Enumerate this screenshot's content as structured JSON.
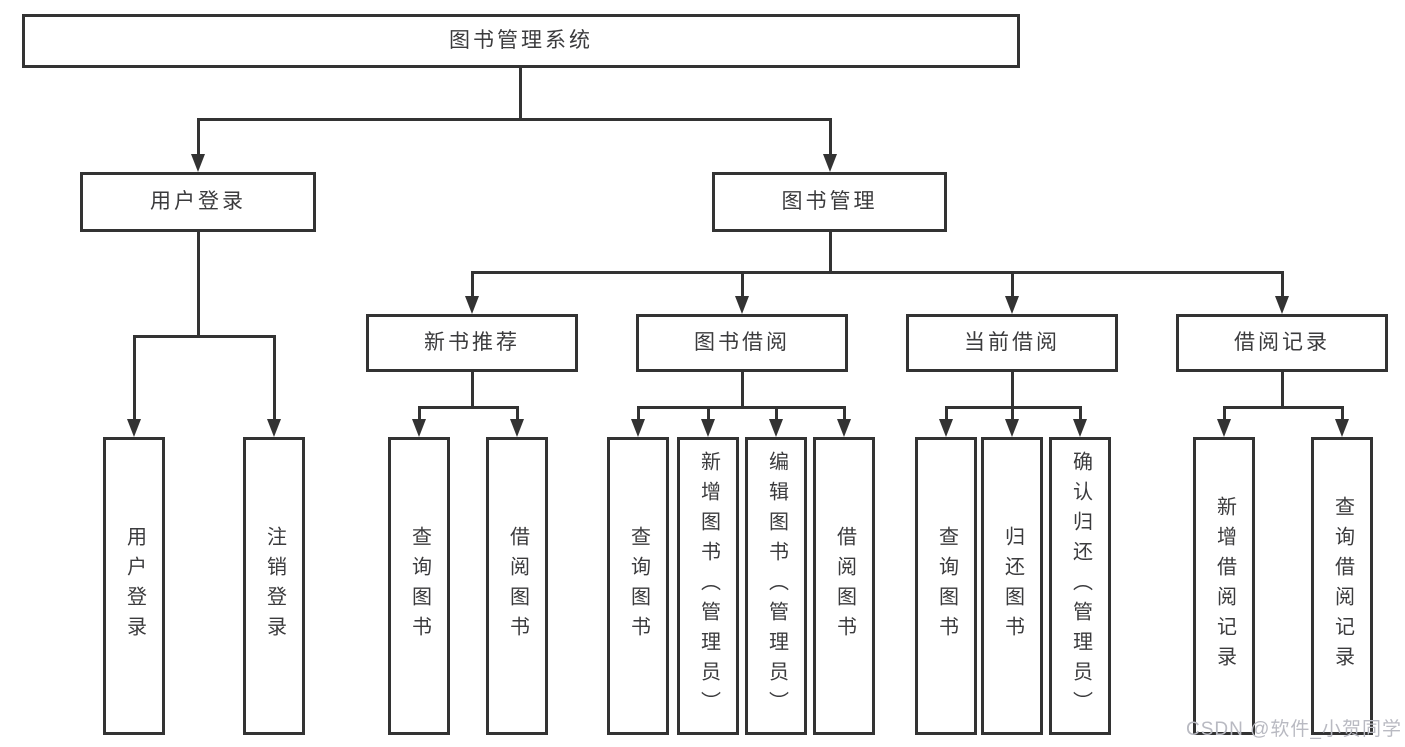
{
  "tree": {
    "label": "图书管理系统",
    "children": [
      {
        "label": "用户登录",
        "children": [
          {
            "label": "用户登录"
          },
          {
            "label": "注销登录"
          }
        ]
      },
      {
        "label": "图书管理",
        "children": [
          {
            "label": "新书推荐",
            "children": [
              {
                "label": "查询图书"
              },
              {
                "label": "借阅图书"
              }
            ]
          },
          {
            "label": "图书借阅",
            "children": [
              {
                "label": "查询图书"
              },
              {
                "label": "新增图书（管理员）"
              },
              {
                "label": "编辑图书（管理员）"
              },
              {
                "label": "借阅图书"
              }
            ]
          },
          {
            "label": "当前借阅",
            "children": [
              {
                "label": "查询图书"
              },
              {
                "label": "归还图书"
              },
              {
                "label": "确认归还（管理员）"
              }
            ]
          },
          {
            "label": "借阅记录",
            "children": [
              {
                "label": "新增借阅记录"
              },
              {
                "label": "查询借阅记录"
              }
            ]
          }
        ]
      }
    ]
  },
  "watermark": {
    "text": "CSDN @软件_小贺同学"
  },
  "colors": {
    "line": "#333333",
    "text": "#3b3b3d",
    "box_background": "#ffffff",
    "page_background": "#ffffff",
    "watermark": "#b9bac2"
  }
}
